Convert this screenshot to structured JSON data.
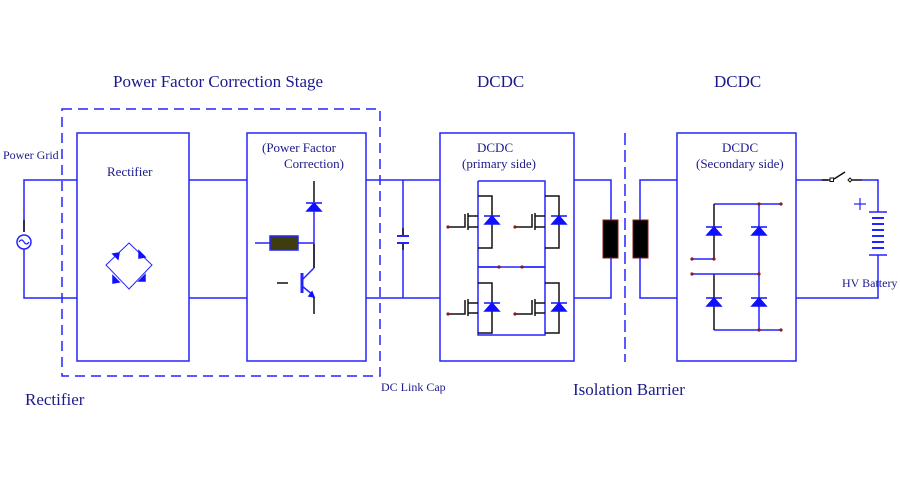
{
  "diagram": {
    "title": "Power Factor Correction Stage",
    "stages": {
      "pfc_stage_title": "Power Factor Correction Stage",
      "dcdc_primary_title": "DCDC",
      "dcdc_secondary_title": "DCDC"
    },
    "labels": {
      "power_grid": "Power Grid",
      "rectifier_box": "Rectifier",
      "pfc_box_line1": "(Power Factor",
      "pfc_box_line2": "Correction)",
      "dcdc_primary_line1": "DCDC",
      "dcdc_primary_line2": "(primary side)",
      "dcdc_secondary_line1": "DCDC",
      "dcdc_secondary_line2": "(Secondary side)",
      "hv_battery": "HV Battery",
      "dc_link_cap": "DC Link Cap",
      "isolation_barrier": "Isolation Barrier",
      "rectifier_bottom": "Rectifier"
    },
    "colors": {
      "wire": "#2424ff",
      "text": "#1a1a8c",
      "transformer_core": "#000000",
      "resistor_fill": "#3d3d10",
      "node_dot": "#8b1a1a"
    }
  }
}
